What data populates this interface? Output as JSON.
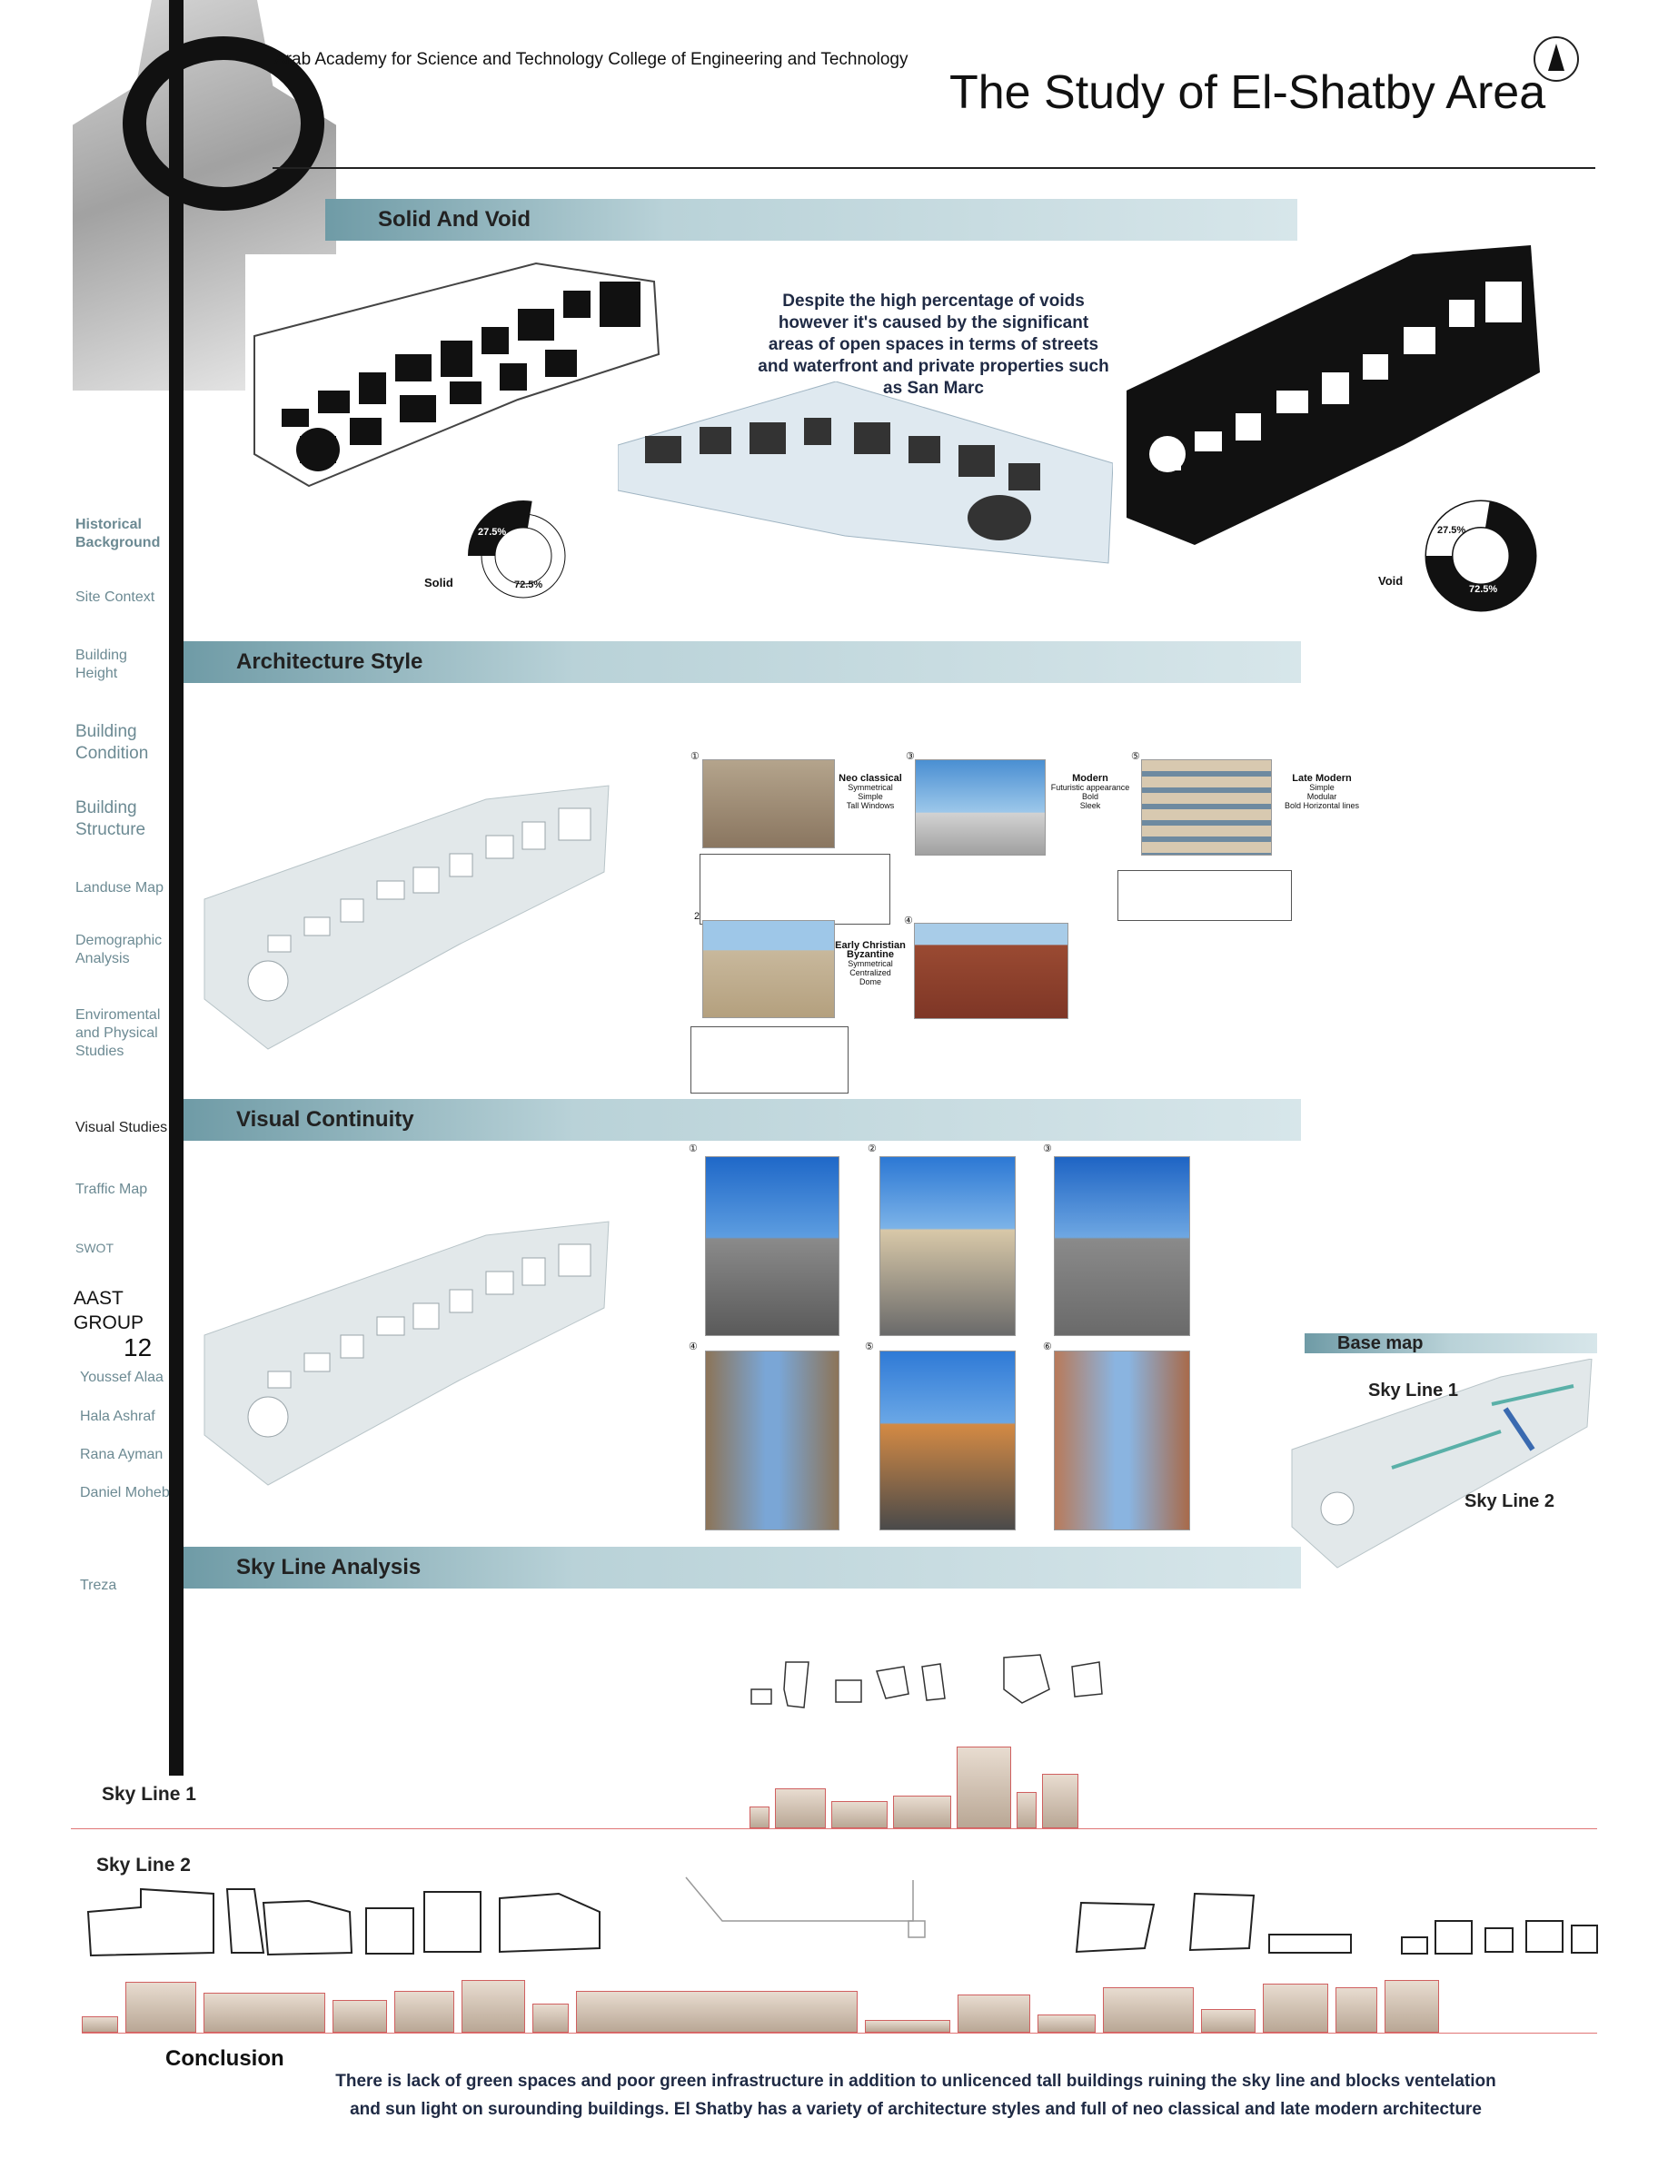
{
  "header": {
    "org": "Arab Academy for Science and Technology College of Engineering and Technology",
    "title": "The Study of El-Shatby Area"
  },
  "sidebar": {
    "items": [
      {
        "label": "Historical Background"
      },
      {
        "label": "Site Context"
      },
      {
        "label": "Building Height"
      },
      {
        "label": "Building Condition"
      },
      {
        "label": "Building Structure"
      },
      {
        "label": "Landuse Map"
      },
      {
        "label": "Demographic Analysis"
      },
      {
        "label": "Enviromental and Physical Studies"
      },
      {
        "label": "Visual Studies"
      },
      {
        "label": "Traffic Map"
      },
      {
        "label": "SWOT"
      }
    ],
    "group_label": "AAST GROUP",
    "group_number": "12",
    "members": [
      "Youssef Alaa",
      "Hala Ashraf",
      "Rana Ayman",
      "Daniel Moheb",
      "Treza"
    ]
  },
  "solid_void": {
    "title": "Solid And Void",
    "note": "Despite the high percentage of voids however it's caused by the significant areas of open spaces in terms of streets and waterfront and private properties such as San Marc",
    "solid_label": "Solid",
    "void_label": "Void",
    "solid_pct": "27.5%",
    "void_pct": "72.5%",
    "solid_fraction": 0.275,
    "void_fraction": 0.725
  },
  "architecture": {
    "title": "Architecture Style",
    "styles": [
      {
        "num": "①",
        "name": "Neo classical",
        "desc": [
          "Symmetrical",
          "Simple",
          "Tall Windows"
        ]
      },
      {
        "num": "③",
        "name": "Modern",
        "desc": [
          "Futuristic appearance",
          "Bold",
          "Sleek"
        ]
      },
      {
        "num": "⑤",
        "name": "Late Modern",
        "desc": [
          "Simple",
          "Modular",
          "Bold Horizontal lines"
        ]
      },
      {
        "num": "2",
        "name": "Early Christian Byzantine",
        "desc": [
          "Symmetrical",
          "Centralized",
          "Dome"
        ]
      },
      {
        "num": "④",
        "name": "",
        "desc": []
      }
    ]
  },
  "visual": {
    "title": "Visual Continuity",
    "photo_nums": [
      "①",
      "②",
      "③",
      "④",
      "⑤",
      "⑥"
    ]
  },
  "skyline": {
    "title": "Sky Line Analysis",
    "base_map": "Base map",
    "sky1": "Sky Line 1",
    "sky2": "Sky Line 2"
  },
  "conclusion": {
    "title": "Conclusion",
    "text": "There is lack of green spaces and poor green infrastructure in addition to unlicenced tall buildings ruining the sky line and blocks ventelation and sun light on surounding buildings. El Shatby has a variety of architecture styles and full of neo classical and late modern architecture"
  },
  "colors": {
    "accent": "#6f9ba6",
    "accent_light": "#d7e6ea",
    "sidebar_text": "#6c8a93",
    "skyline_line": "#e07575"
  }
}
